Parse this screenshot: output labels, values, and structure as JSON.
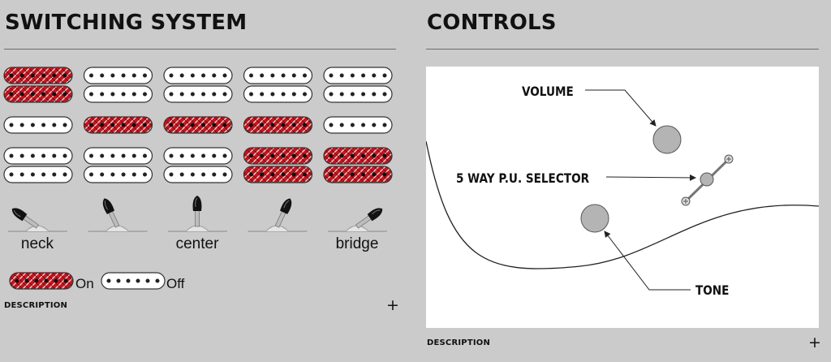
{
  "switching": {
    "title": "SWITCHING SYSTEM",
    "positions": [
      {
        "label": "neck",
        "neck": "on",
        "middle": "off",
        "bridge": [
          "off",
          "off"
        ]
      },
      {
        "label": "",
        "neck": "off",
        "middle": "on",
        "bridge": [
          "off",
          "off"
        ]
      },
      {
        "label": "center",
        "neck": "off",
        "middle": "on",
        "bridge": [
          "off",
          "off"
        ]
      },
      {
        "label": "",
        "neck": "off",
        "middle": "on",
        "bridge": [
          "on",
          "on"
        ]
      },
      {
        "label": "bridge",
        "neck": "off",
        "middle": "off",
        "bridge": [
          "on",
          "on"
        ]
      }
    ],
    "legend": {
      "on": "On",
      "off": "Off"
    },
    "description_label": "DESCRIPTION",
    "expand_icon": "plus-icon"
  },
  "controls": {
    "title": "CONTROLS",
    "labels": {
      "volume": "VOLUME",
      "selector": "5 WAY P.U. SELECTOR",
      "tone": "TONE"
    },
    "description_label": "DESCRIPTION",
    "expand_icon": "plus-icon"
  },
  "colors": {
    "pickup_on": "#c8141e",
    "pickup_off": "#ffffff",
    "knob": "#b4b4b4",
    "page_bg": "#cbcbcb"
  }
}
